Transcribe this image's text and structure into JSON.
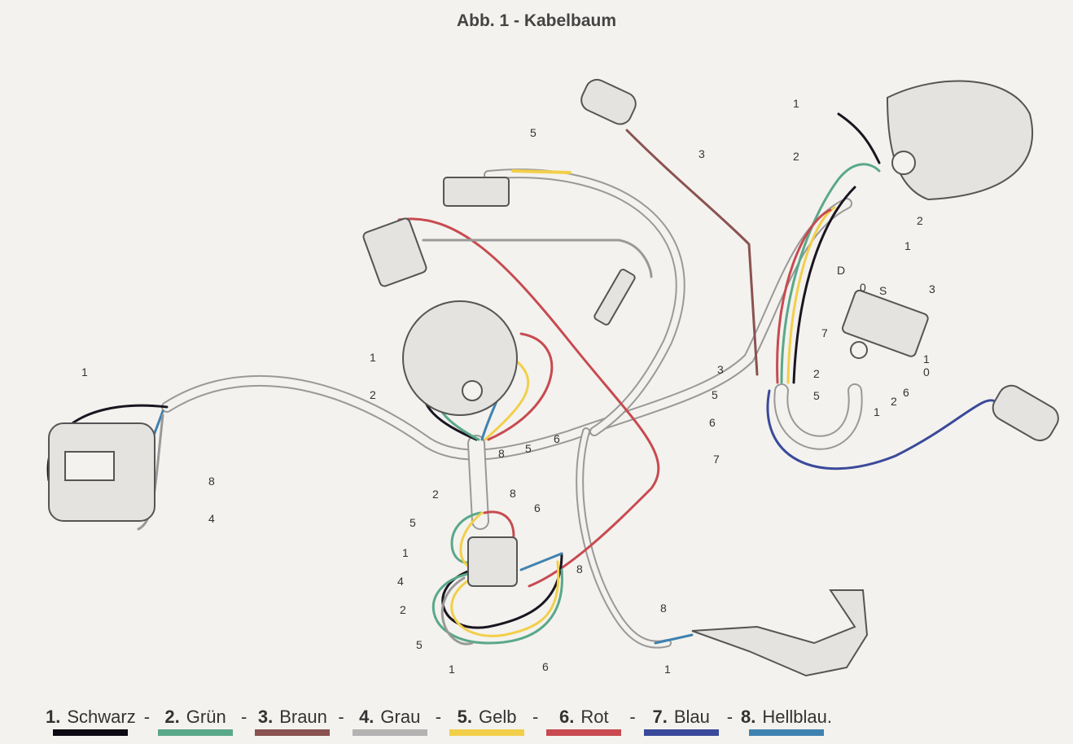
{
  "title": "Abb. 1 - Kabelbaum",
  "callouts": [
    "1",
    "8",
    "4",
    "1",
    "2",
    "8",
    "5",
    "6",
    "5",
    "3",
    "1",
    "2",
    "2",
    "1",
    "D",
    "0",
    "S",
    "3",
    "7",
    "1",
    "0",
    "3",
    "5",
    "6",
    "2",
    "5",
    "1",
    "2",
    "6",
    "7",
    "2",
    "5",
    "1",
    "8",
    "6",
    "8",
    "4",
    "2",
    "5",
    "1",
    "6",
    "8",
    "1"
  ],
  "legend": [
    {
      "num": "1.",
      "name": "Schwarz",
      "color": "#0d0a14"
    },
    {
      "num": "2.",
      "name": "Grün",
      "color": "#5aa88a"
    },
    {
      "num": "3.",
      "name": "Braun",
      "color": "#8a5250"
    },
    {
      "num": "4.",
      "name": "Grau",
      "color": "#b4b2b2"
    },
    {
      "num": "5.",
      "name": "Gelb",
      "color": "#f2cf4a"
    },
    {
      "num": "6.",
      "name": "Rot",
      "color": "#c84a50"
    },
    {
      "num": "7.",
      "name": "Blau",
      "color": "#3a4a9a"
    },
    {
      "num": "8.",
      "name": "Hellblau.",
      "color": "#3f82b0"
    }
  ]
}
